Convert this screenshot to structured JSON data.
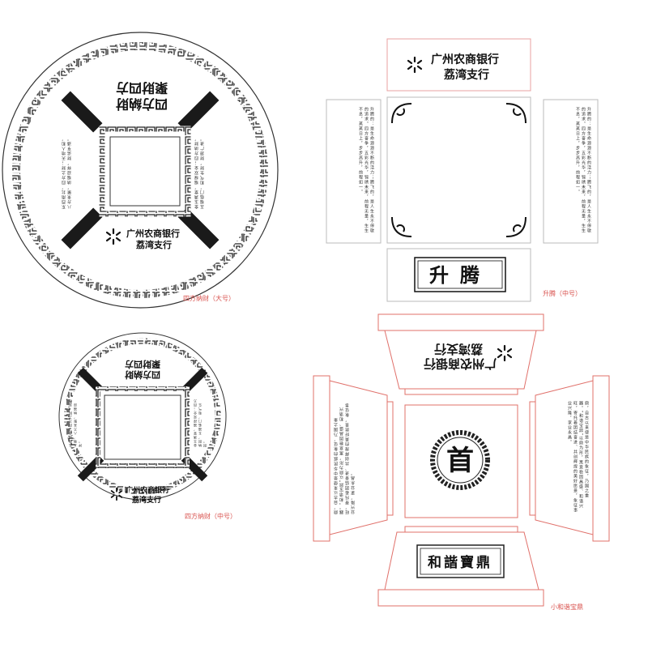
{
  "bank": {
    "name": "广州农商银行",
    "branch": "荔湾支行"
  },
  "large_plate": {
    "title_line1": "四方納財",
    "title_line2": "聚財四方",
    "caption": "四方纳财（大号）",
    "left_text": "东西南北，四方之财；天地人和，八方来聚，纳福迎祥，财运亨通。",
    "right_text": "金玉满堂，福禄双全；四方纳财，五福临门，和气生财，财源广进。"
  },
  "medium_plate": {
    "title_line1": "四方納財",
    "title_line2": "聚財四方",
    "caption": "四方纳财（中号）",
    "left_text": "东西南北，四方之财；天地人和，八方来聚，纳福迎祥。",
    "right_text": "金玉满堂，福禄双全；四方纳财，五福临门，和气生财。"
  },
  "shengteng": {
    "title": "升腾",
    "caption": "升腾（中号）",
    "side_text": "升腾的：是生命源源不断的活力；腾飞的，是人生永不停歇的追求。四方奋争，五彩光华，锦绣未来，前程无量，生生不息，蒸蒸日上，步步高升，前程如一。"
  },
  "baoding": {
    "plate_title": "和諧寶鼎",
    "seal_char": "首",
    "caption": "小和谐宝鼎",
    "left_text": "鼎，自古以来便是中华民族的象征，乃国之重器。“和谐宝鼎”以鼎为形，寓意稳固昌盛、和谐兴旺，寄托着团结奋进、共创辉煌的美好愿景，象征事业兴隆，家业永昌。",
    "right_text": "鼎，自古以来便是中华民族的象征，乃国之重器。“和谐宝鼎”以鼎为形，寓意稳固昌盛、和谐兴旺，寄托着团结奋进、共创辉煌的美好愿景，象征事业兴隆，家业永昌。"
  },
  "colors": {
    "outline_red": "#e0706a",
    "caption_red": "#d9534f",
    "ink": "#111111"
  }
}
